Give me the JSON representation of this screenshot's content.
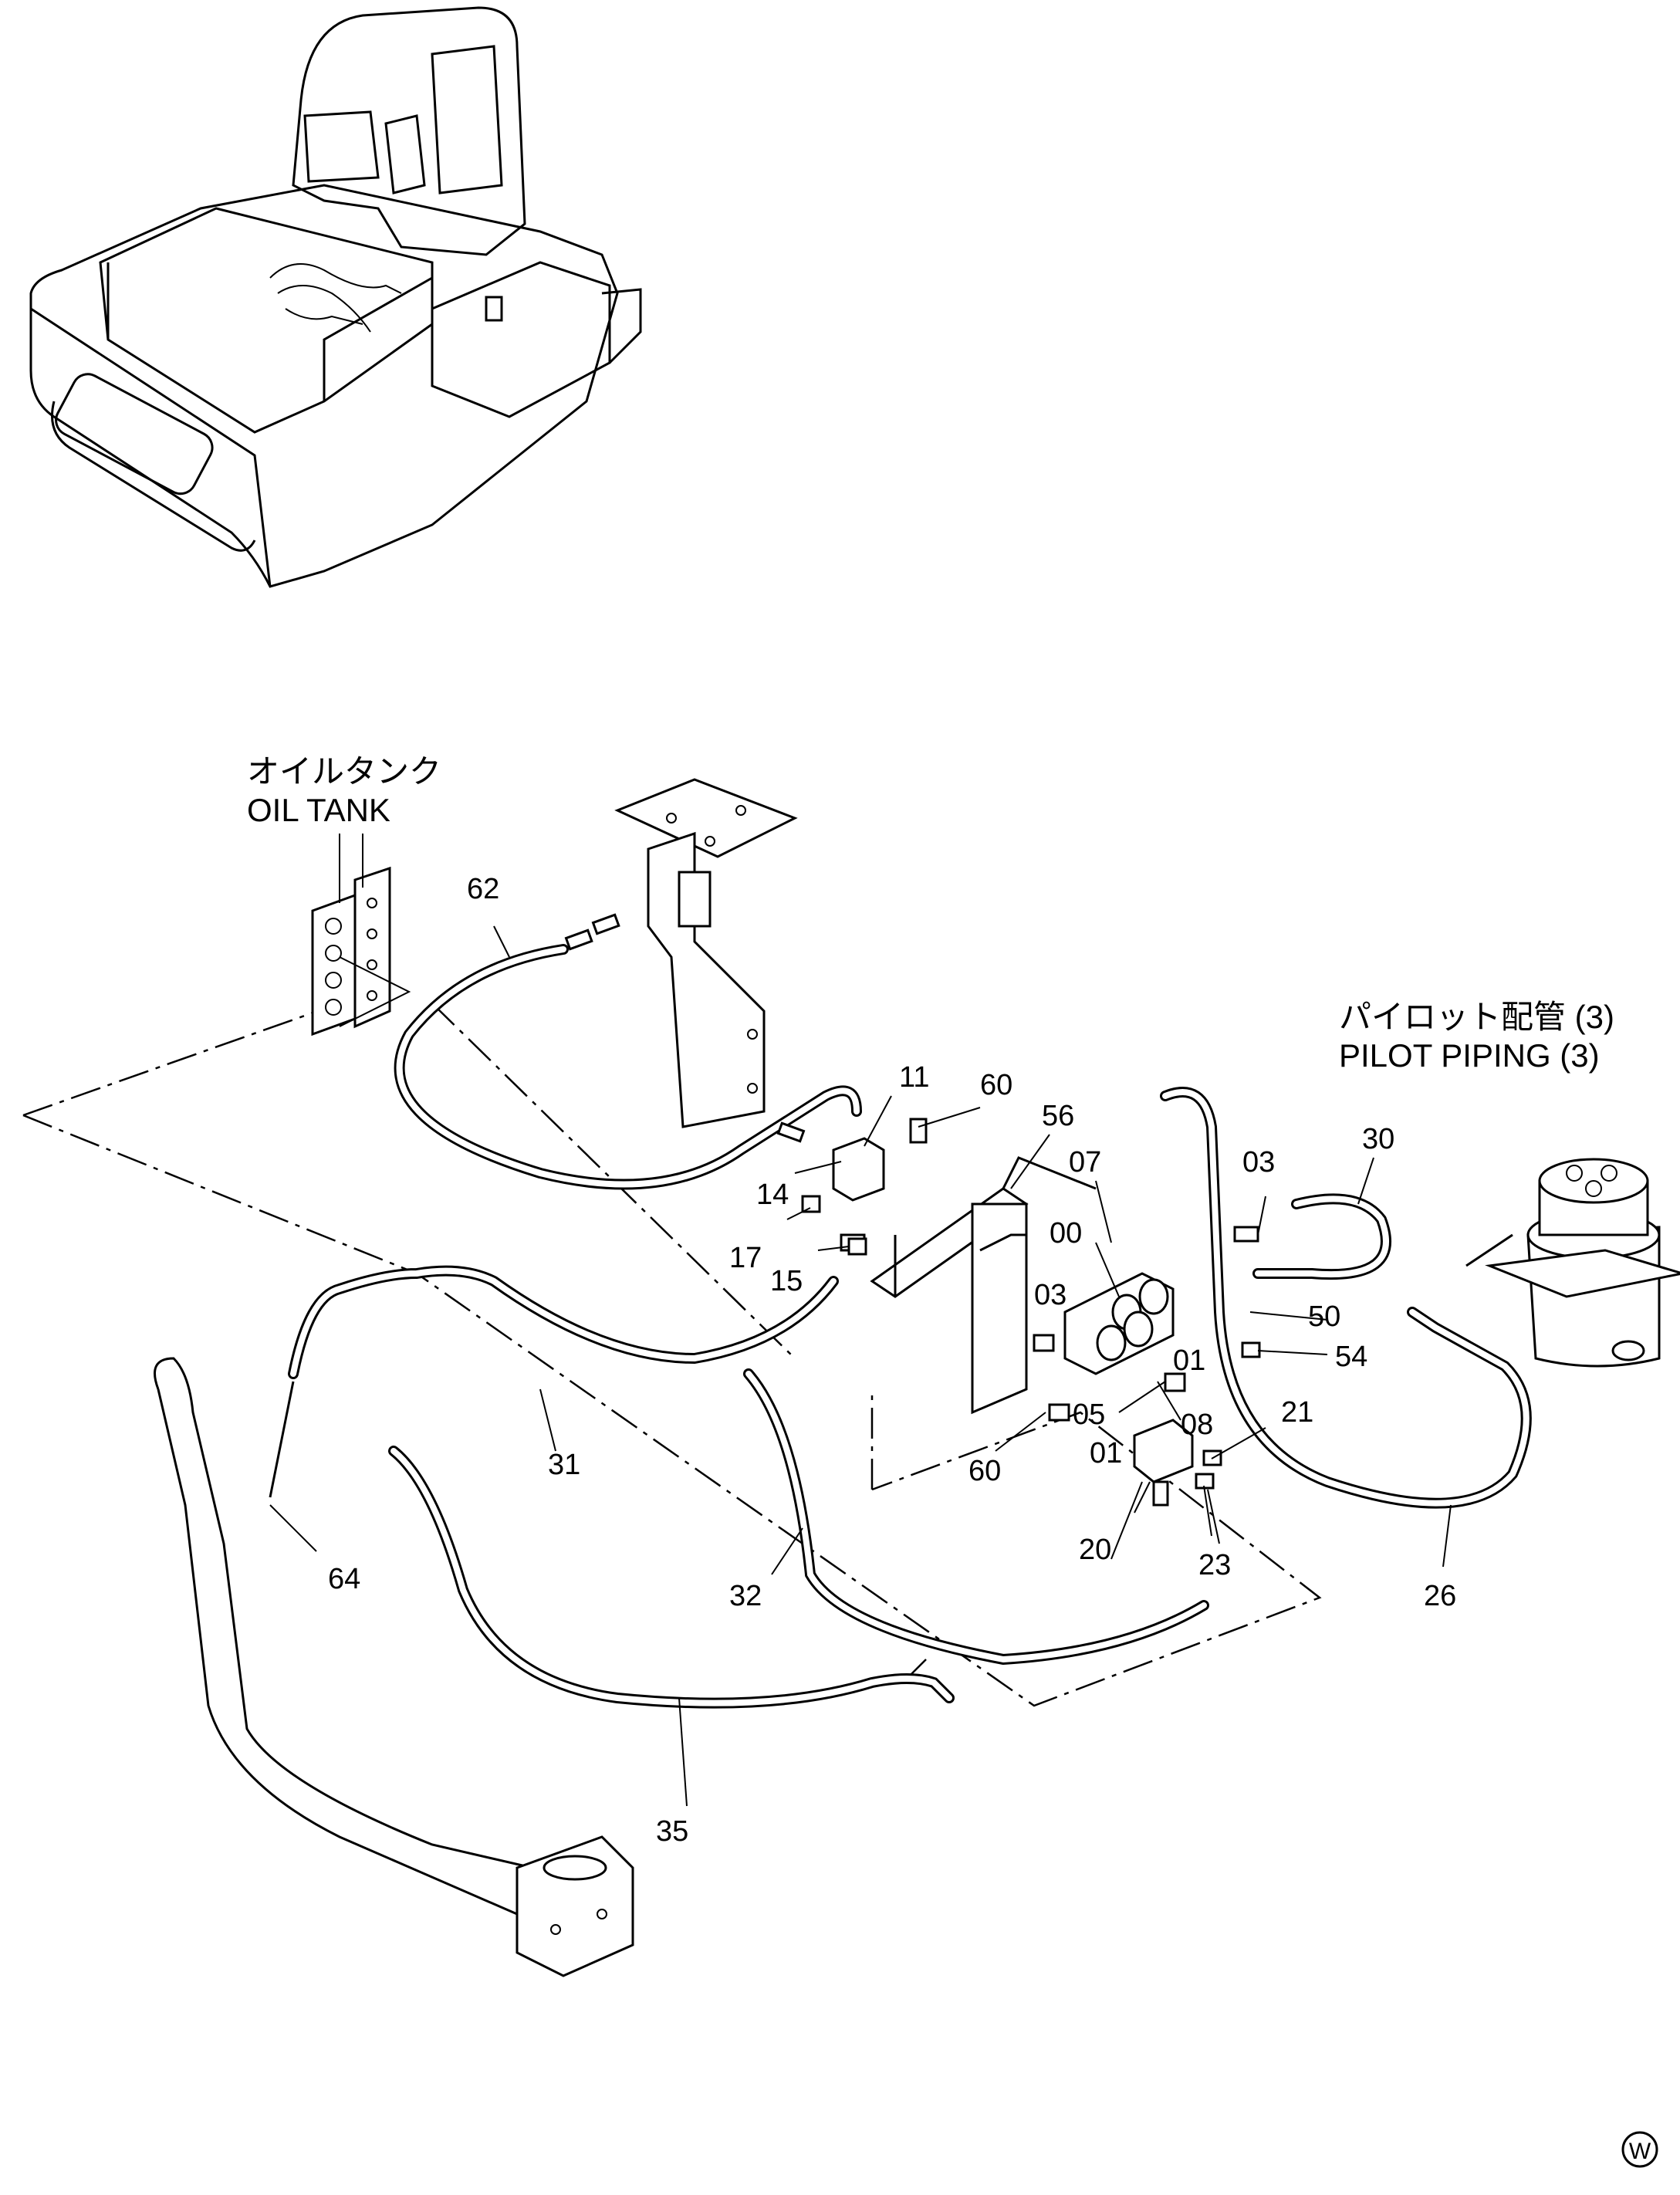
{
  "callouts": {
    "oil_tank_ja": "オイルタンク",
    "oil_tank_en": "OIL TANK",
    "pilot_piping_ja": "パイロット配管 (3)",
    "pilot_piping_en": "PILOT PIPING (3)"
  },
  "part_labels": [
    "62",
    "11",
    "60",
    "56",
    "07",
    "03",
    "30",
    "14",
    "17",
    "15",
    "00",
    "03",
    "01",
    "50",
    "54",
    "31",
    "05",
    "08",
    "21",
    "60",
    "01",
    "64",
    "20",
    "23",
    "26",
    "32",
    "35"
  ],
  "corner_mark": "W"
}
